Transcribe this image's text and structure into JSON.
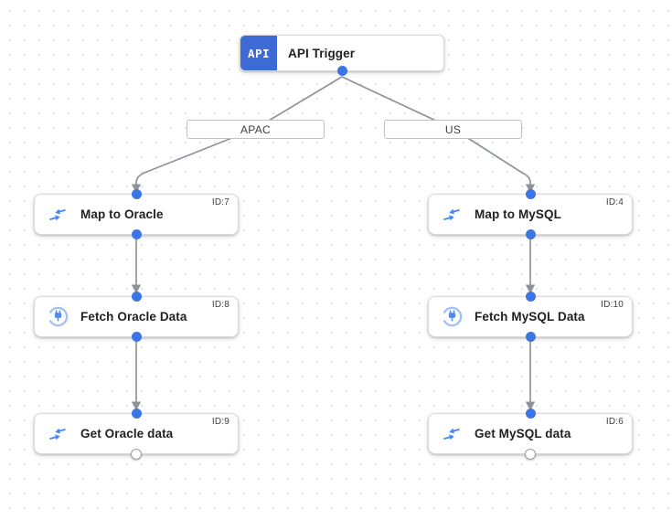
{
  "canvas": {
    "type": "integration-workflow-designer"
  },
  "trigger": {
    "badge": "API",
    "title": "API Trigger"
  },
  "branch_labels": [
    {
      "label": "APAC"
    },
    {
      "label": "US"
    }
  ],
  "nodes": [
    {
      "title": "Map to Oracle",
      "id_label": "ID:7",
      "icon": "data-mapping-icon"
    },
    {
      "title": "Fetch Oracle Data",
      "id_label": "ID:8",
      "icon": "connector-icon"
    },
    {
      "title": "Get Oracle data",
      "id_label": "ID:9",
      "icon": "data-mapping-icon"
    },
    {
      "title": "Map to MySQL",
      "id_label": "ID:4",
      "icon": "data-mapping-icon"
    },
    {
      "title": "Fetch MySQL Data",
      "id_label": "ID:10",
      "icon": "connector-icon"
    },
    {
      "title": "Get MySQL data",
      "id_label": "ID:6",
      "icon": "data-mapping-icon"
    }
  ],
  "colors": {
    "accent_blue": "#3a75e4",
    "api_badge_blue": "#3c6bd6",
    "icon_blue": "#4285f4",
    "icon_light_blue": "#9ec1f7",
    "connector_gray": "#8e949a",
    "node_border": "#d9dadd",
    "title_text": "#202124",
    "id_text": "#3c4043"
  }
}
